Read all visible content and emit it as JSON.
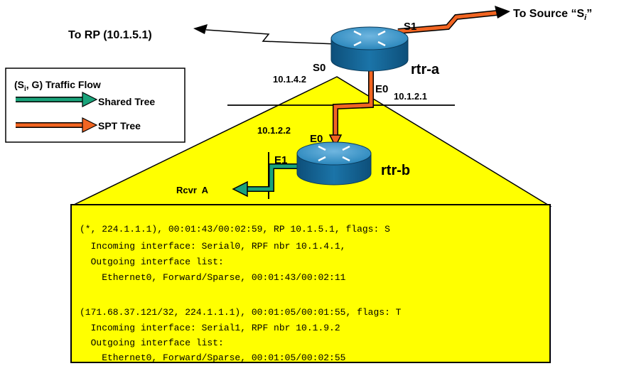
{
  "colors": {
    "yellow": "#ffff00",
    "shared_tree": "#1aa37a",
    "spt_tree": "#f26522",
    "router": "#1b74a8"
  },
  "labels": {
    "to_rp": "To RP (10.1.5.1)",
    "to_source": "To Source “S",
    "to_source_sub": "i",
    "to_source_end": "”",
    "s1": "S1",
    "s0": "S0",
    "rtr_a": "rtr-a",
    "rtr_b": "rtr-b",
    "ip_s0": "10.1.4.2",
    "e0_a": "E0",
    "ip_e0_a": "10.1.2.1",
    "ip_e0_b": "10.1.2.2",
    "e0_b": "E0",
    "e1_b": "E1",
    "rcvr": "Rcvr  A"
  },
  "legend": {
    "title_pre": "(S",
    "title_sub": "i",
    "title_post": ", G) Traffic Flow",
    "shared": "Shared Tree",
    "spt": "SPT Tree"
  },
  "output_lines": [
    "(*, 224.1.1.1), 00:01:43/00:02:59, RP 10.1.5.1, flags: S",
    "  Incoming interface: Serial0, RPF nbr 10.1.4.1,",
    "  Outgoing interface list:",
    "    Ethernet0, Forward/Sparse, 00:01:43/00:02:11",
    "",
    "(171.68.37.121/32, 224.1.1.1), 00:01:05/00:01:55, flags: T",
    "  Incoming interface: Serial1, RPF nbr 10.1.9.2",
    "  Outgoing interface list:",
    "    Ethernet0, Forward/Sparse, 00:01:05/00:02:55"
  ]
}
